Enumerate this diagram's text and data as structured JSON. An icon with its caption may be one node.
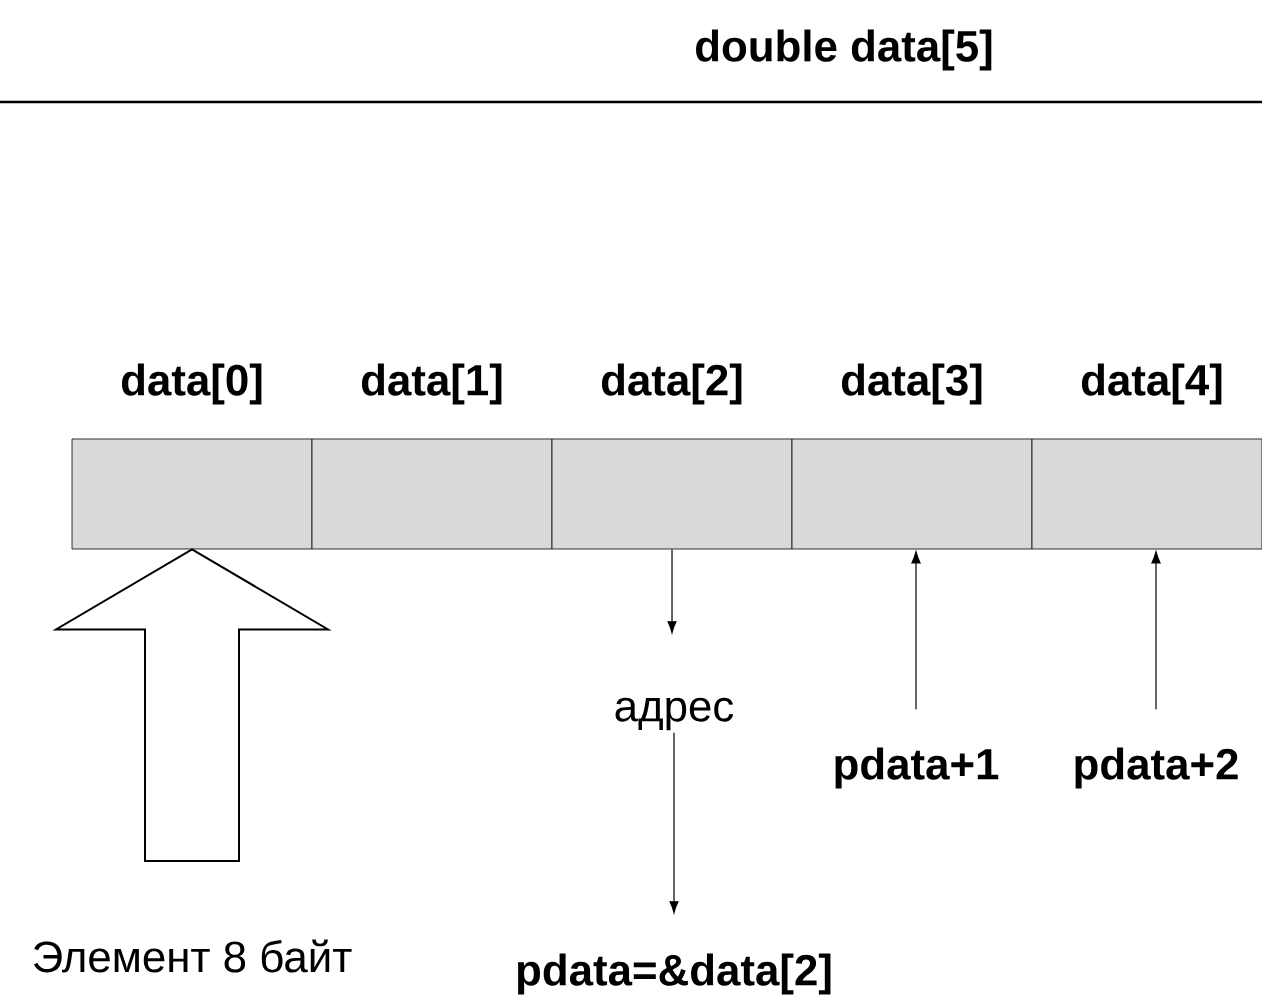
{
  "diagram": {
    "title": "double data[5]",
    "nodes": [
      {
        "text": [
          "data[0]"
        ]
      },
      {
        "text": [
          "data[1]"
        ]
      },
      {
        "text": [
          "data[2]"
        ]
      },
      {
        "text": [
          "data[3]"
        ]
      },
      {
        "text": [
          "data[4]"
        ]
      },
      {
        "text": [
          "адрес"
        ]
      },
      {
        "text": [
          "pdata=&data[2]"
        ]
      },
      {
        "text": [
          "pdata+1"
        ]
      },
      {
        "text": [
          "pdata+2"
        ]
      },
      {
        "text": [
          "Элемент 8 байт"
        ]
      }
    ],
    "edges": [
      {
        "from": 2,
        "to": 5,
        "arrow": "to"
      },
      {
        "from": 5,
        "to": 6,
        "arrow": "to"
      },
      {
        "from": 7,
        "to": 3,
        "arrow": "to"
      },
      {
        "from": 8,
        "to": 4,
        "arrow": "to"
      },
      {
        "from": 9,
        "to": 0,
        "arrow": "to",
        "style": "thick"
      }
    ]
  }
}
